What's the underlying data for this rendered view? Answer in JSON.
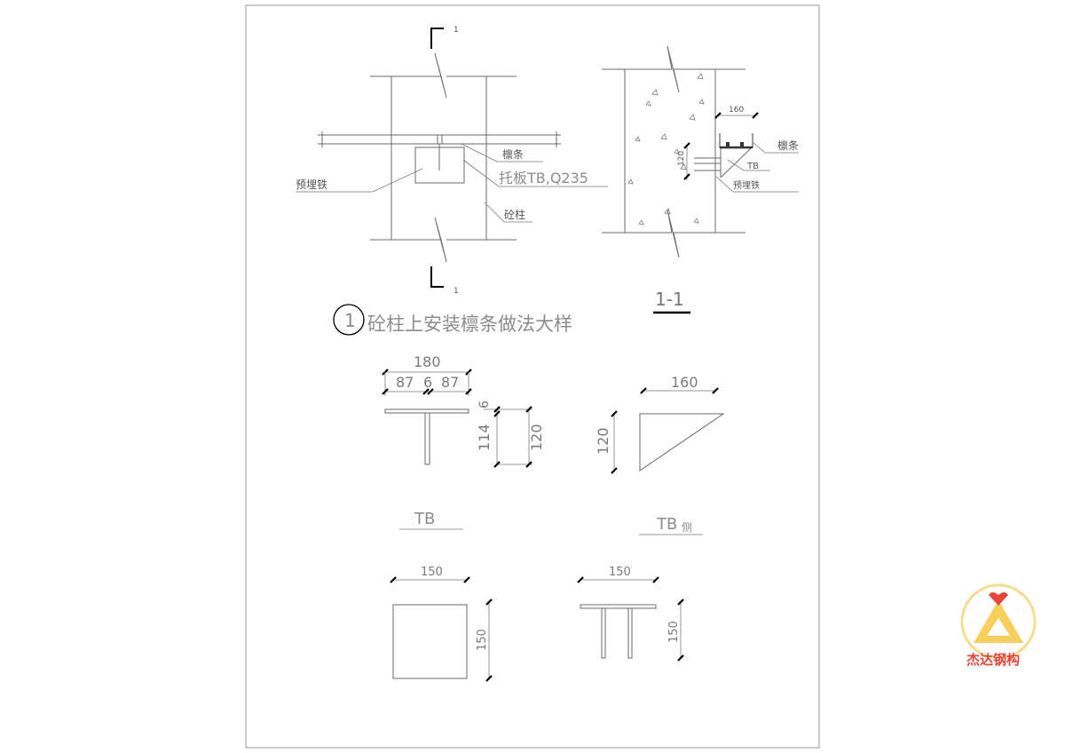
{
  "drawing": {
    "title": "砼柱上安装檩条做法大样",
    "title_number": "1",
    "section_id": "1",
    "section_title": "1-1",
    "elevation_labels": {
      "purlin": "檩条",
      "bracket": "托板TB,Q235",
      "embedded": "预埋铁",
      "column": "砼柱"
    },
    "section_labels": {
      "purlin": "檩条",
      "tb": "TB",
      "embedded": "预埋铁",
      "dim_width": "160",
      "dim_height": "120"
    },
    "tb_detail": {
      "title": "TB",
      "dim_total": "180",
      "dim_parts": [
        "87",
        "6",
        "87"
      ],
      "dim_top": "6",
      "dim_web": "114",
      "dim_total_height": "120"
    },
    "tb_side_detail": {
      "title_main": "TB",
      "title_suffix": "侧",
      "dim_width": "160",
      "dim_height": "120"
    },
    "plate_detail": {
      "dim_width": "150",
      "dim_height": "150"
    },
    "plate_elevation": {
      "dim_width": "150",
      "dim_height": "150"
    }
  },
  "watermark": {
    "text": "杰达钢构",
    "colors": {
      "logo_yellow": "#f7cf5a",
      "logo_red": "#e8443a",
      "logo_ring": "#f5dd8c"
    }
  }
}
